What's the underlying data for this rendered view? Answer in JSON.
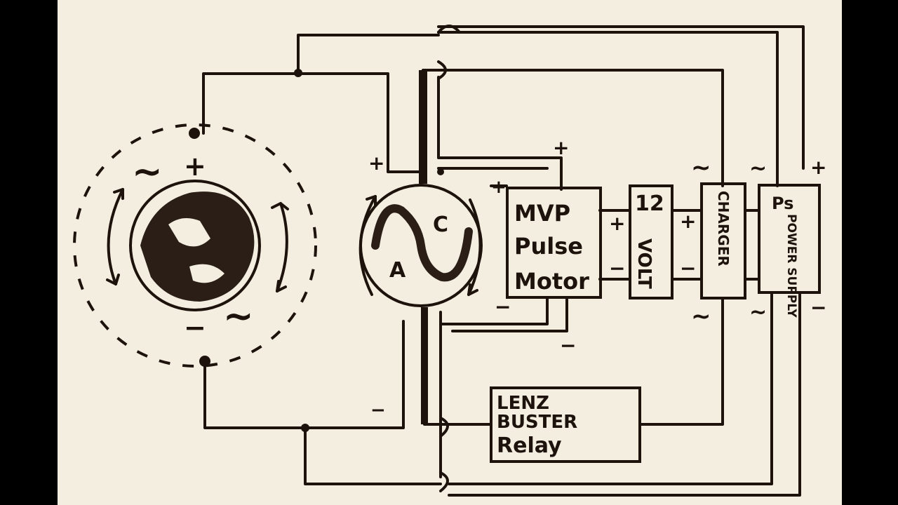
{
  "components": {
    "source_a": {
      "pos": "+",
      "neg": "−",
      "ac_top": "~",
      "ac_bottom": "~"
    },
    "generator": {
      "letter_a": "A",
      "letter_c": "C",
      "pos": "+",
      "neg": "−",
      "pos2": "+",
      "neg2": "−",
      "neg3": "−"
    },
    "mvp": {
      "line1": "MVP",
      "line2": "Pulse",
      "line3": "Motor",
      "pos": "+",
      "pos_in": "+",
      "neg_in": "−",
      "neg_out": "−"
    },
    "battery": {
      "line1": "12",
      "line2": "VOLT",
      "pos": "+",
      "neg": "−"
    },
    "charger": {
      "text": "CHARGER",
      "ac_top": "~",
      "ac_bottom": "~"
    },
    "power_supply": {
      "text": "POWER SUPPLY",
      "sub": "Ps",
      "ac_top": "~",
      "ac_bottom": "~",
      "pos": "+",
      "neg": "−"
    },
    "relay": {
      "line1": "LENZ",
      "line2": "BUSTER",
      "line3": "Relay"
    }
  },
  "colors": {
    "paper": "#f3eee0",
    "ink": "#1d130c",
    "frame": "#000000"
  }
}
